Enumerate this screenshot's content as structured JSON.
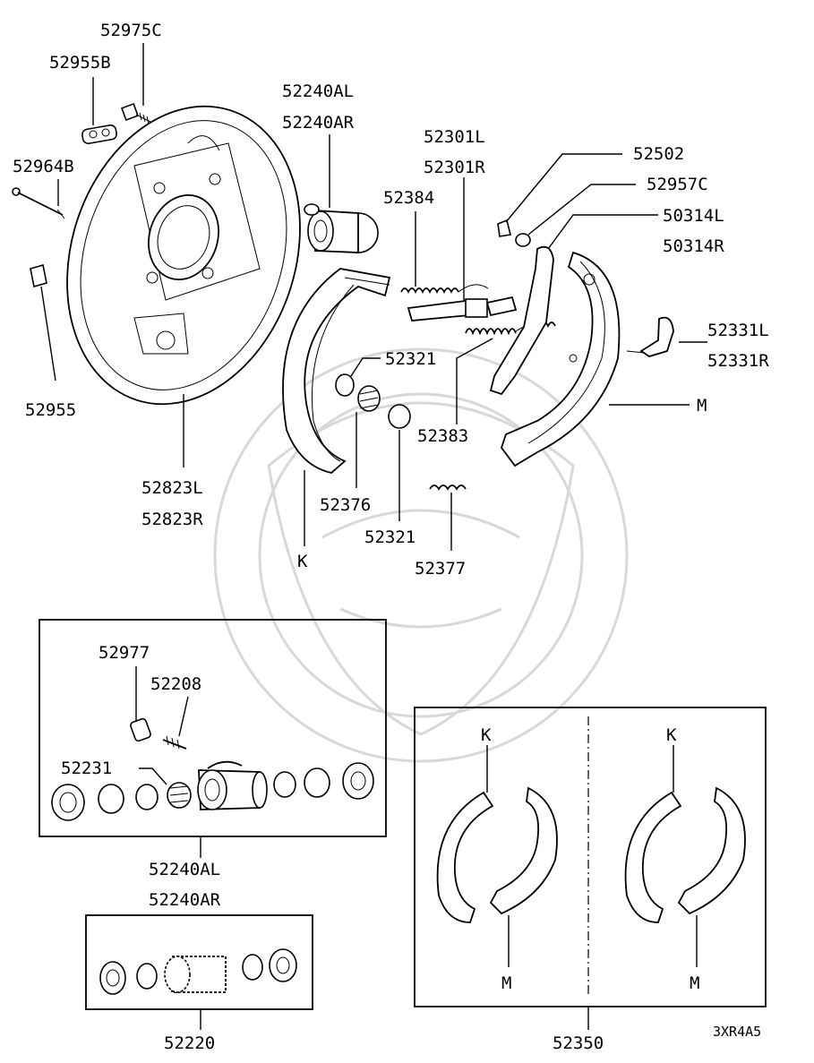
{
  "labels": {
    "p52975C": "52975C",
    "p52955B": "52955B",
    "p52964B": "52964B",
    "p52955": "52955",
    "p52823L": "52823L",
    "p52823R": "52823R",
    "p52240AL_top": "52240AL",
    "p52240AR_top": "52240AR",
    "p52301L": "52301L",
    "p52301R": "52301R",
    "p52384": "52384",
    "p52502": "52502",
    "p52957C": "52957C",
    "p50314L": "50314L",
    "p50314R": "50314R",
    "p52331L": "52331L",
    "p52331R": "52331R",
    "pM_main": "M",
    "p52321_a": "52321",
    "p52383": "52383",
    "p52376": "52376",
    "p52321_b": "52321",
    "p52377": "52377",
    "pK_main": "K",
    "p52977": "52977",
    "p52208": "52208",
    "p52231": "52231",
    "p52240AL_bot": "52240AL",
    "p52240AR_bot": "52240AR",
    "p52220": "52220",
    "pK_kit1": "K",
    "pM_kit1": "M",
    "pK_kit2": "K",
    "pM_kit2": "M",
    "p52350": "52350",
    "ref_code": "3XR4A5"
  }
}
